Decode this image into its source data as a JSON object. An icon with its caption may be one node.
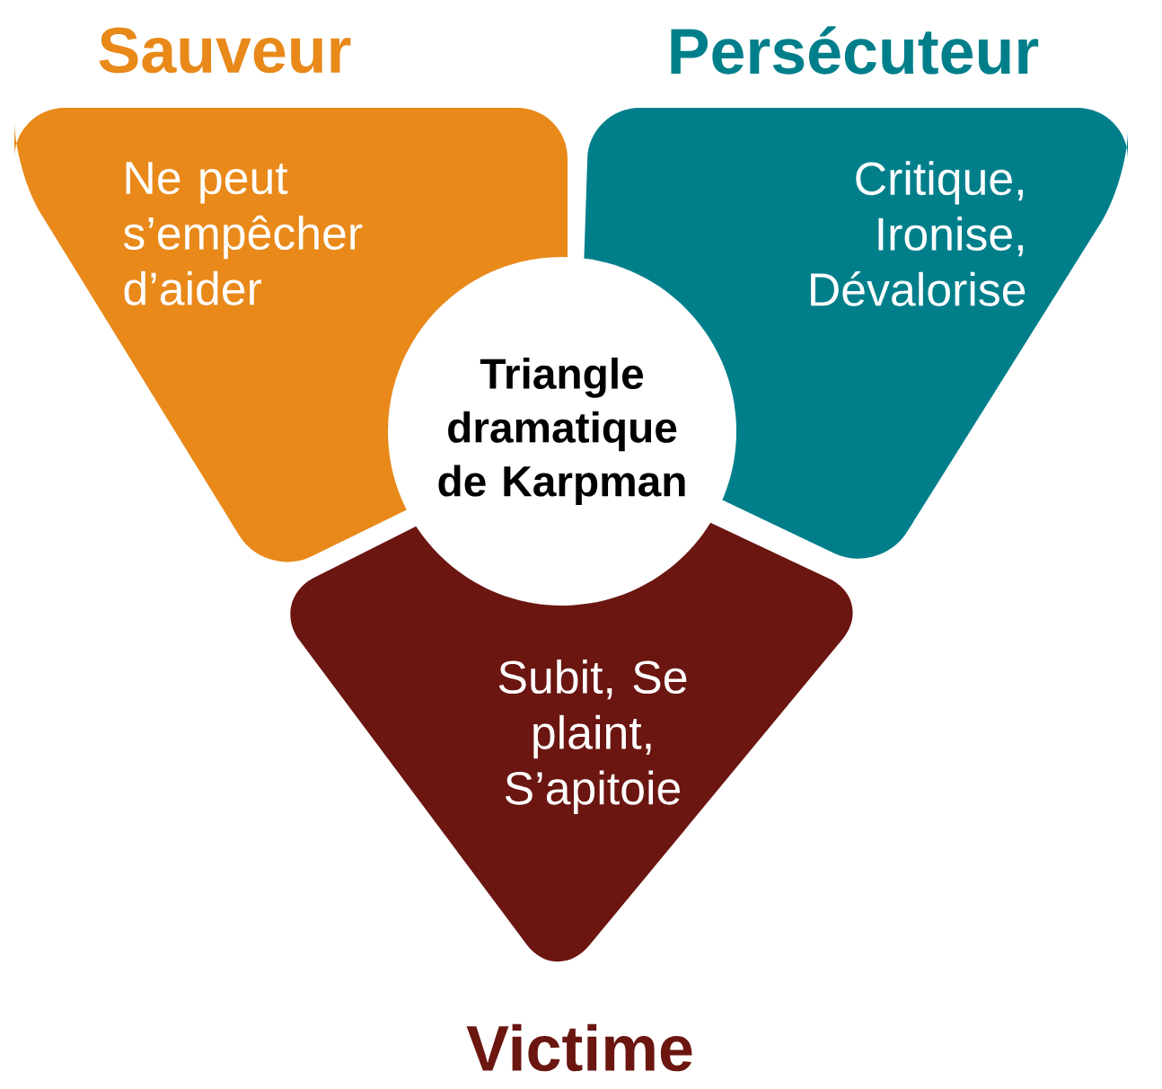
{
  "diagram": {
    "nodes": [
      {
        "text": [
          "Sauveur",
          "Ne peut s’empêcher d’aider"
        ]
      },
      {
        "text": [
          "Persécuteur",
          "Critique, Ironise, Dévalorise"
        ]
      },
      {
        "text": [
          "Subit, Se plaint, S’apitoie",
          "Victime"
        ]
      },
      {
        "text": [
          "Triangle dramatique de Karpman"
        ]
      }
    ]
  }
}
